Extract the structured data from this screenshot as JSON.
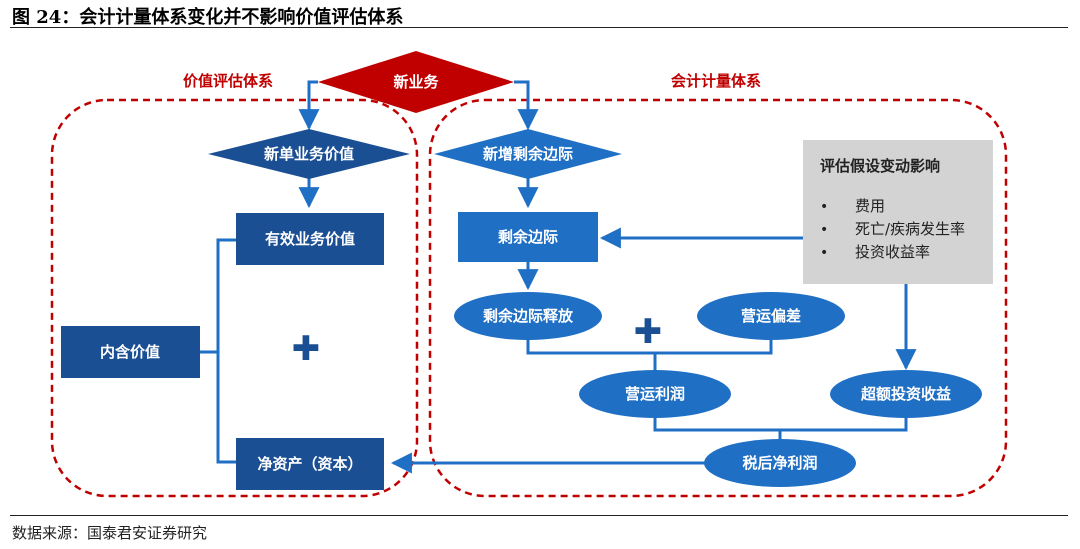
{
  "figure": {
    "title": "图 24：会计计量体系变化并不影响价值评估体系",
    "source": "数据来源：国泰君安证券研究"
  },
  "groups": {
    "left_label": "价值评估体系",
    "right_label": "会计计量体系"
  },
  "nodes": {
    "new_business": "新业务",
    "new_single_value": "新单业务价值",
    "new_csm": "新增剩余边际",
    "effective_value": "有效业务价值",
    "csm": "剩余边际",
    "embedded_value": "内含价值",
    "csm_release": "剩余边际释放",
    "operating_variance": "营运偏差",
    "operating_profit": "营运利润",
    "excess_investment_return": "超额投资收益",
    "net_assets": "净资产（资本）",
    "after_tax_profit": "税后净利润",
    "plus_left": "✚",
    "plus_right": "✚"
  },
  "assumptions": {
    "title": "评估假设变动影响",
    "items": [
      "费用",
      "死亡/疾病发生率",
      "投资收益率"
    ],
    "bullet": "•"
  },
  "colors": {
    "dark_blue": "#1b4f93",
    "mid_blue": "#1f6fc5",
    "red": "#c00000",
    "gray_box": "#d3d3d3",
    "connector": "#1f6fc5"
  }
}
